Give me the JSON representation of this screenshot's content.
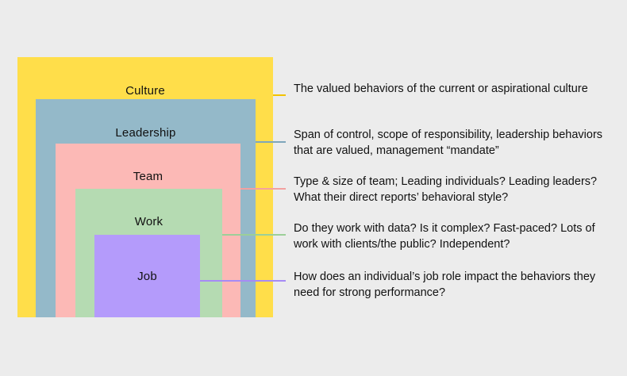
{
  "layers": [
    {
      "key": "culture",
      "label": "Culture",
      "color": "#ffde4a",
      "connector_color": "#f2c200",
      "description": "The valued behaviors of the current or aspirational culture"
    },
    {
      "key": "leadership",
      "label": "Leadership",
      "color": "#94b9c9",
      "connector_color": "#7ea6bb",
      "description": "Span of control, scope of responsibility, leadership behaviors that are valued, management “mandate”"
    },
    {
      "key": "team",
      "label": "Team",
      "color": "#fcb9b6",
      "connector_color": "#f3a1a0",
      "description": "Type & size of team; Leading individuals? Leading leaders? What their direct reports’ behavioral style?"
    },
    {
      "key": "work",
      "label": "Work",
      "color": "#b5dbb2",
      "connector_color": "#9ccf98",
      "description": "Do they work with data? Is it complex? Fast-paced? Lots of work with clients/the public? Independent?"
    },
    {
      "key": "job",
      "label": "Job",
      "color": "#b49bfb",
      "connector_color": "#a68bf5",
      "description": "How does an individual’s job role impact the behaviors they need for strong performance?"
    }
  ]
}
